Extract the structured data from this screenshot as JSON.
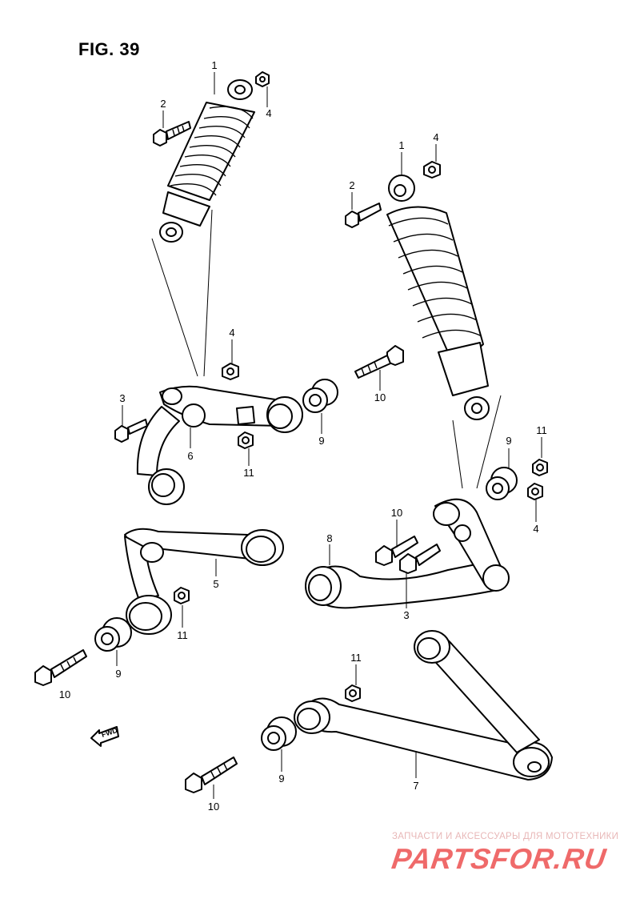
{
  "figure": {
    "title": "FIG. 39"
  },
  "direction_marker": {
    "text": "FWD"
  },
  "watermark": {
    "caption": "ЗАПЧАСТИ И АКСЕССУАРЫ ДЛЯ МОТОТЕХНИКИ",
    "logo": "PARTSFOR.RU",
    "color": "#ef6a6a"
  },
  "callouts": [
    {
      "id": "c1",
      "label": "1"
    },
    {
      "id": "c2",
      "label": "2"
    },
    {
      "id": "c3",
      "label": "4"
    },
    {
      "id": "c4",
      "label": "1"
    },
    {
      "id": "c5",
      "label": "4"
    },
    {
      "id": "c6",
      "label": "2"
    },
    {
      "id": "c7",
      "label": "4"
    },
    {
      "id": "c8",
      "label": "3"
    },
    {
      "id": "c9",
      "label": "10"
    },
    {
      "id": "c10",
      "label": "6"
    },
    {
      "id": "c11",
      "label": "9"
    },
    {
      "id": "c12",
      "label": "11"
    },
    {
      "id": "c13",
      "label": "9"
    },
    {
      "id": "c14",
      "label": "11"
    },
    {
      "id": "c15",
      "label": "10"
    },
    {
      "id": "c16",
      "label": "4"
    },
    {
      "id": "c17",
      "label": "8"
    },
    {
      "id": "c18",
      "label": "3"
    },
    {
      "id": "c19",
      "label": "5"
    },
    {
      "id": "c20",
      "label": "11"
    },
    {
      "id": "c21",
      "label": "9"
    },
    {
      "id": "c22",
      "label": "10"
    },
    {
      "id": "c23",
      "label": "11"
    },
    {
      "id": "c24",
      "label": "9"
    },
    {
      "id": "c25",
      "label": "7"
    },
    {
      "id": "c26",
      "label": "10"
    }
  ]
}
